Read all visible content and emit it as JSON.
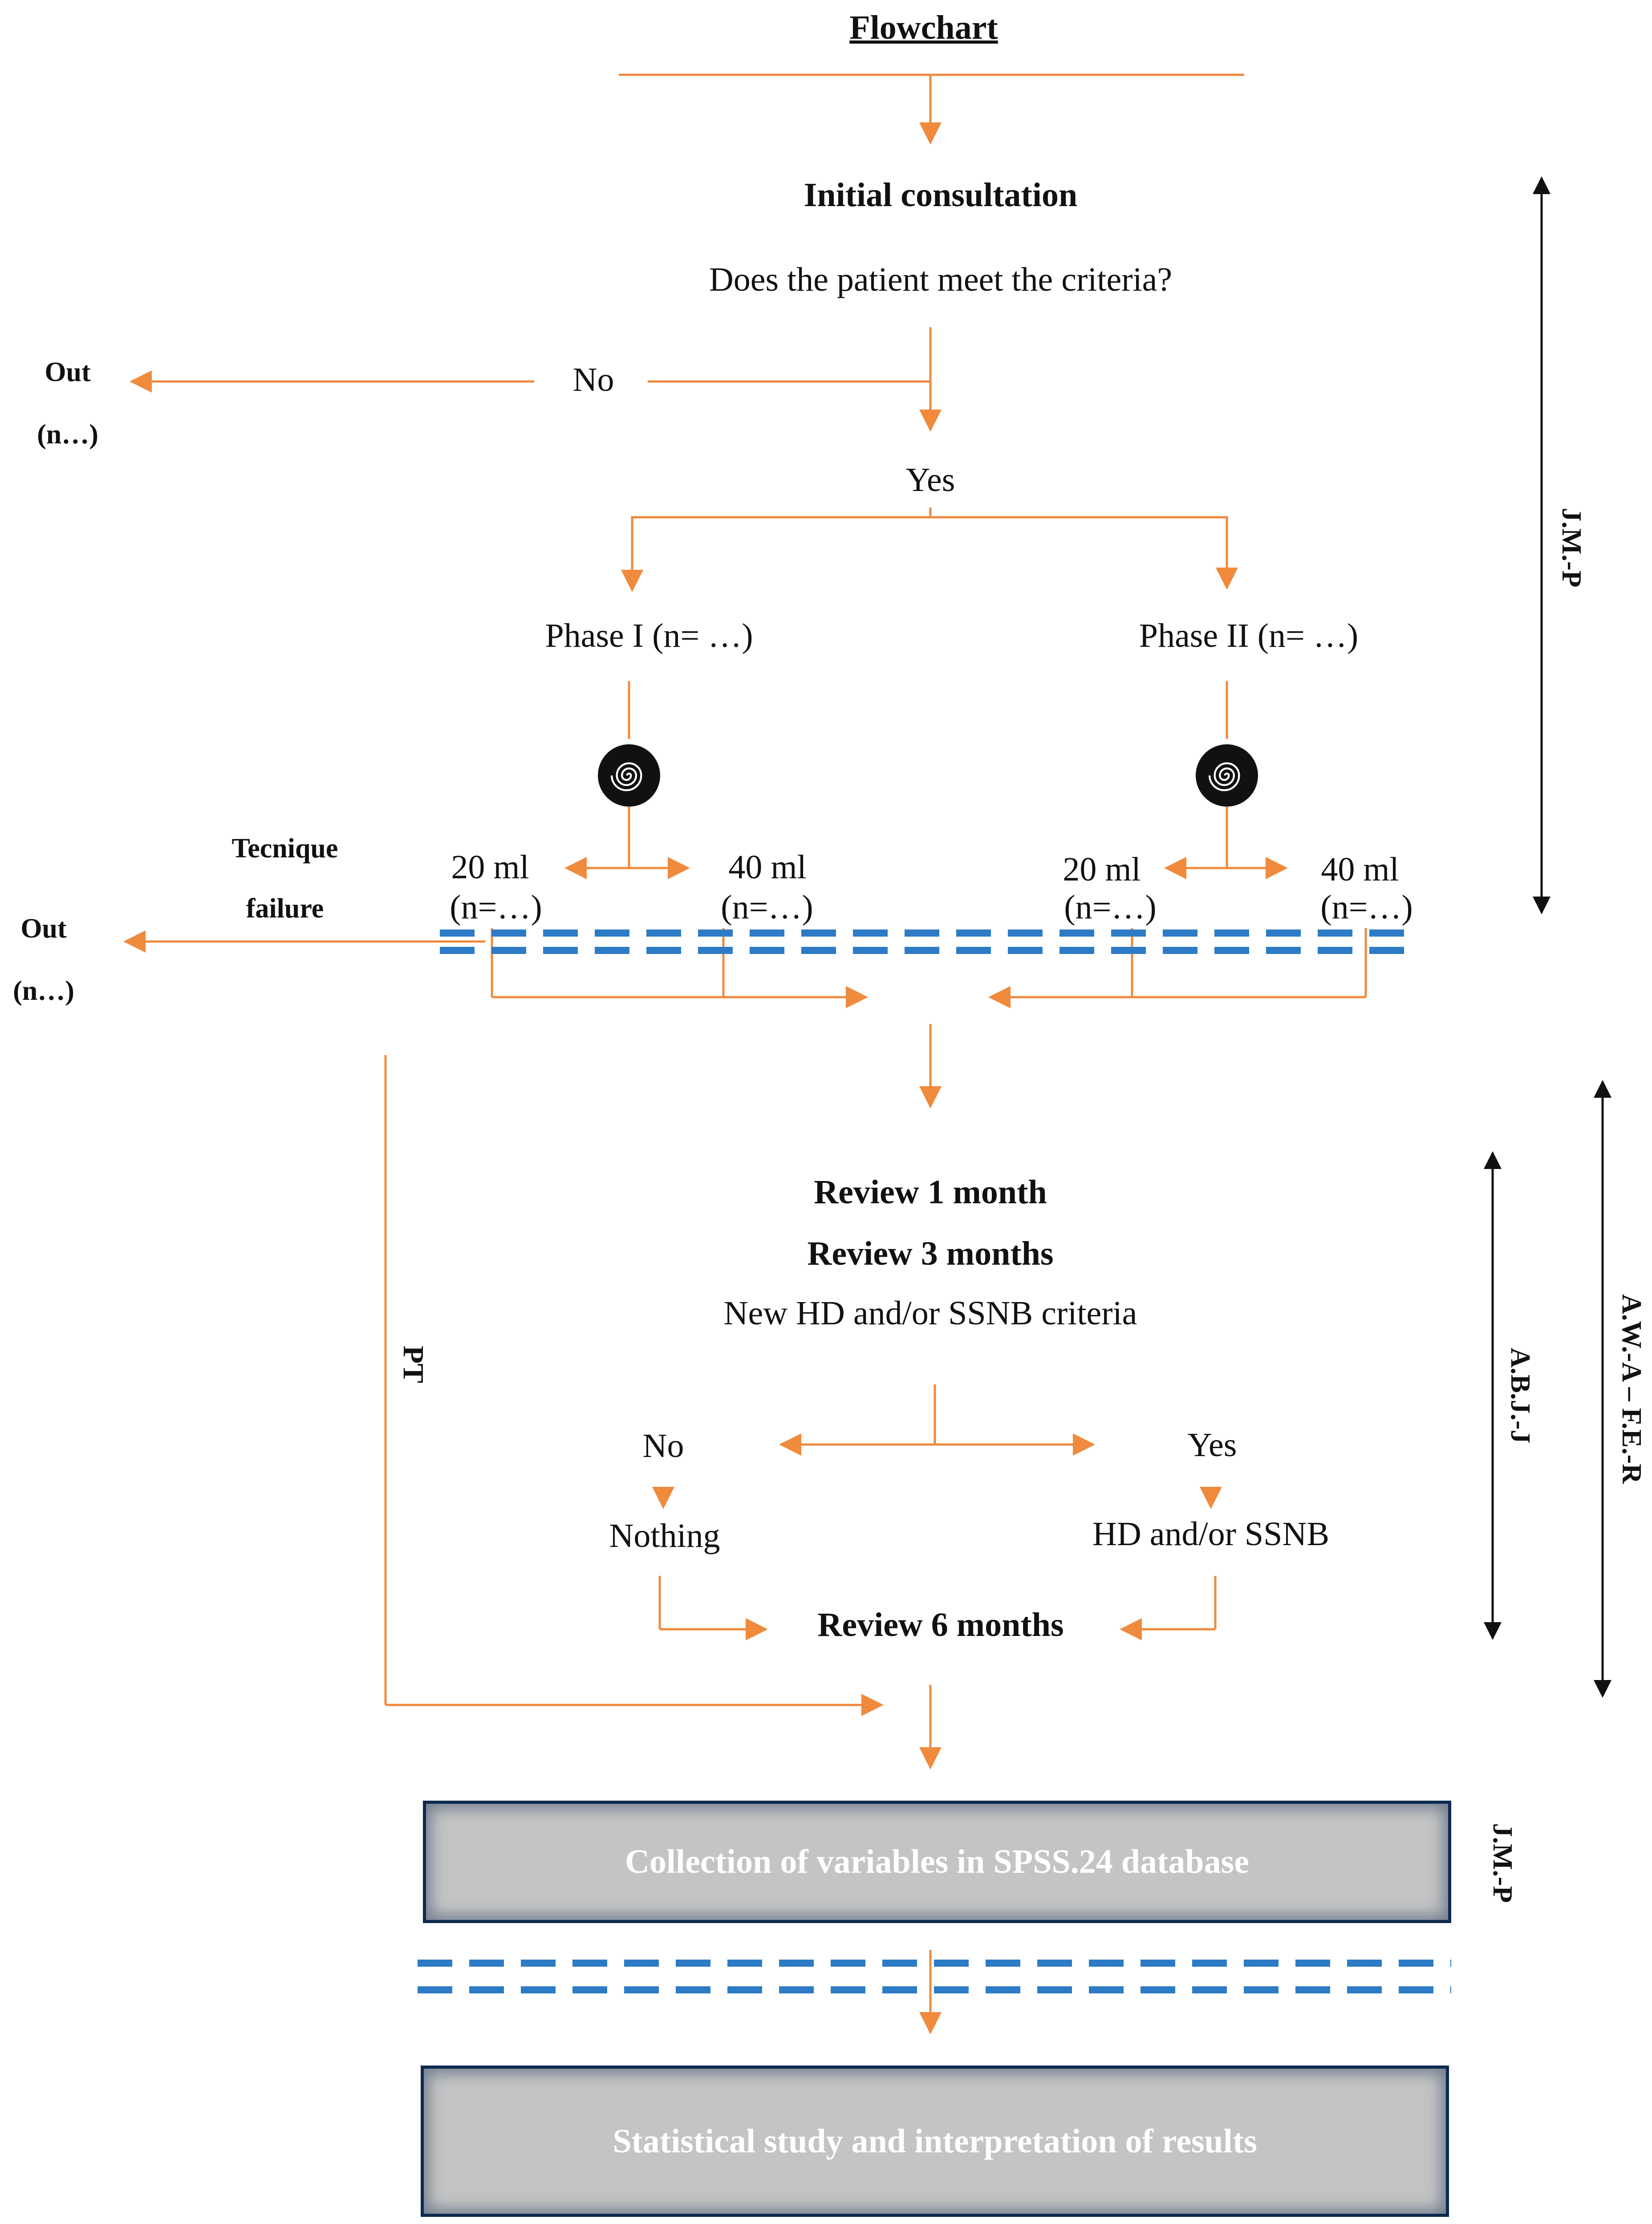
{
  "title": "Flowchart",
  "initial": {
    "heading": "Initial consultation",
    "question": "Does the patient meet the criteria?",
    "no": "No",
    "yes": "Yes",
    "out_label": "Out",
    "out_count": "(n…)"
  },
  "phases": {
    "phase1": "Phase I (n= …)",
    "phase2": "Phase II (n= …)",
    "dose_20": "20 ml",
    "dose_40": "40 ml",
    "n_placeholder": "(n=…)"
  },
  "failure": {
    "line1": "Tecnique",
    "line2": "failure",
    "out_label": "Out",
    "out_count": "(n…)"
  },
  "review": {
    "m1": "Review 1 month",
    "m3": "Review 3 months",
    "criteria": "New HD and/or SSNB criteria",
    "no": "No",
    "yes": "Yes",
    "nothing": "Nothing",
    "action": "HD and/or SSNB",
    "m6": "Review 6 months"
  },
  "pt_label": "PT",
  "responsibles": {
    "jmp_top": "J.M.-P",
    "abj": "A.B.J.-J",
    "awa_fer": "A.W.-A – F.E.-R",
    "jmp_bottom": "J.M.-P"
  },
  "boxes": {
    "collection": "Collection of variables in SPSS.24 database",
    "statistical": "Statistical study and interpretation of results"
  },
  "colors": {
    "flow_arrow": "#f08a3c",
    "dashed_divider": "#2d7bc6",
    "responsible_arrow": "#111111",
    "box_fill": "#c4c4c4",
    "box_border": "#0d2a50",
    "box_text": "#ffffff"
  }
}
